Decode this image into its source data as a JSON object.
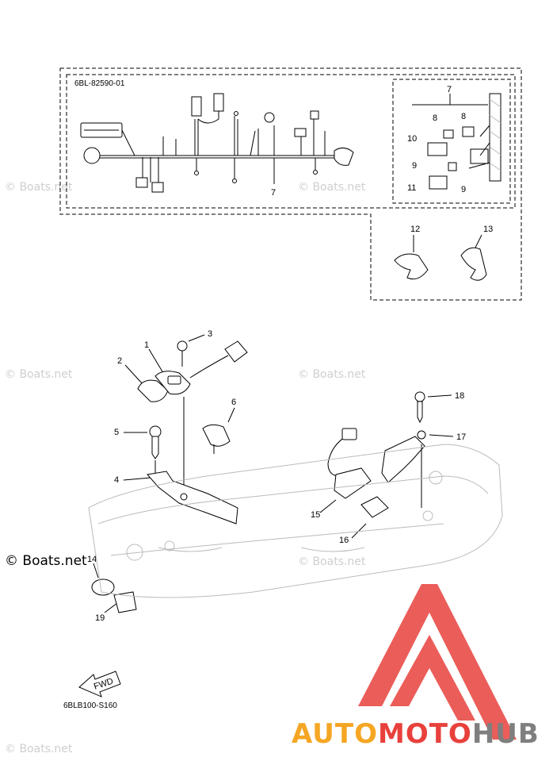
{
  "diagram": {
    "harness_code": "6BL-82590-01",
    "drawing_code": "6BLB100-S160",
    "fwd_label": "FWD",
    "callouts": [
      "1",
      "2",
      "3",
      "4",
      "5",
      "6",
      "7",
      "7",
      "8",
      "8",
      "9",
      "9",
      "10",
      "11",
      "12",
      "13",
      "14",
      "15",
      "16",
      "17",
      "18",
      "19"
    ]
  },
  "watermarks": {
    "text": "© Boats.net"
  },
  "brand": {
    "part1": "AUTO",
    "part2": "MOTO",
    "part3": "HUB",
    "colors": {
      "orange": "#f5a623",
      "red": "#e8413c",
      "grey": "#7f7f7f"
    }
  }
}
